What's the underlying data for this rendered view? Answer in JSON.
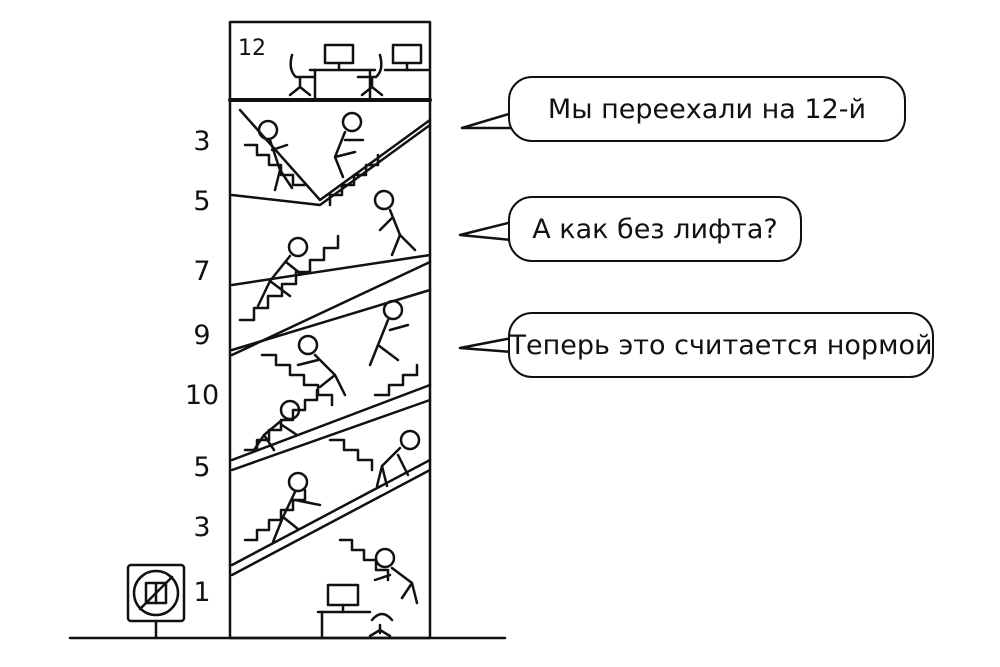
{
  "top_floor_label": "12",
  "floor_labels": [
    "3",
    "5",
    "7",
    "9",
    "10",
    "5",
    "3",
    "1"
  ],
  "bubbles": [
    "Мы переехали на 12-й",
    "А как без лифта?",
    "Теперь это считается нормой"
  ],
  "icons": {
    "no_elevator_sign": "no-elevator-icon",
    "people": "person-climbing-icon",
    "office": "office-desk-icon"
  }
}
